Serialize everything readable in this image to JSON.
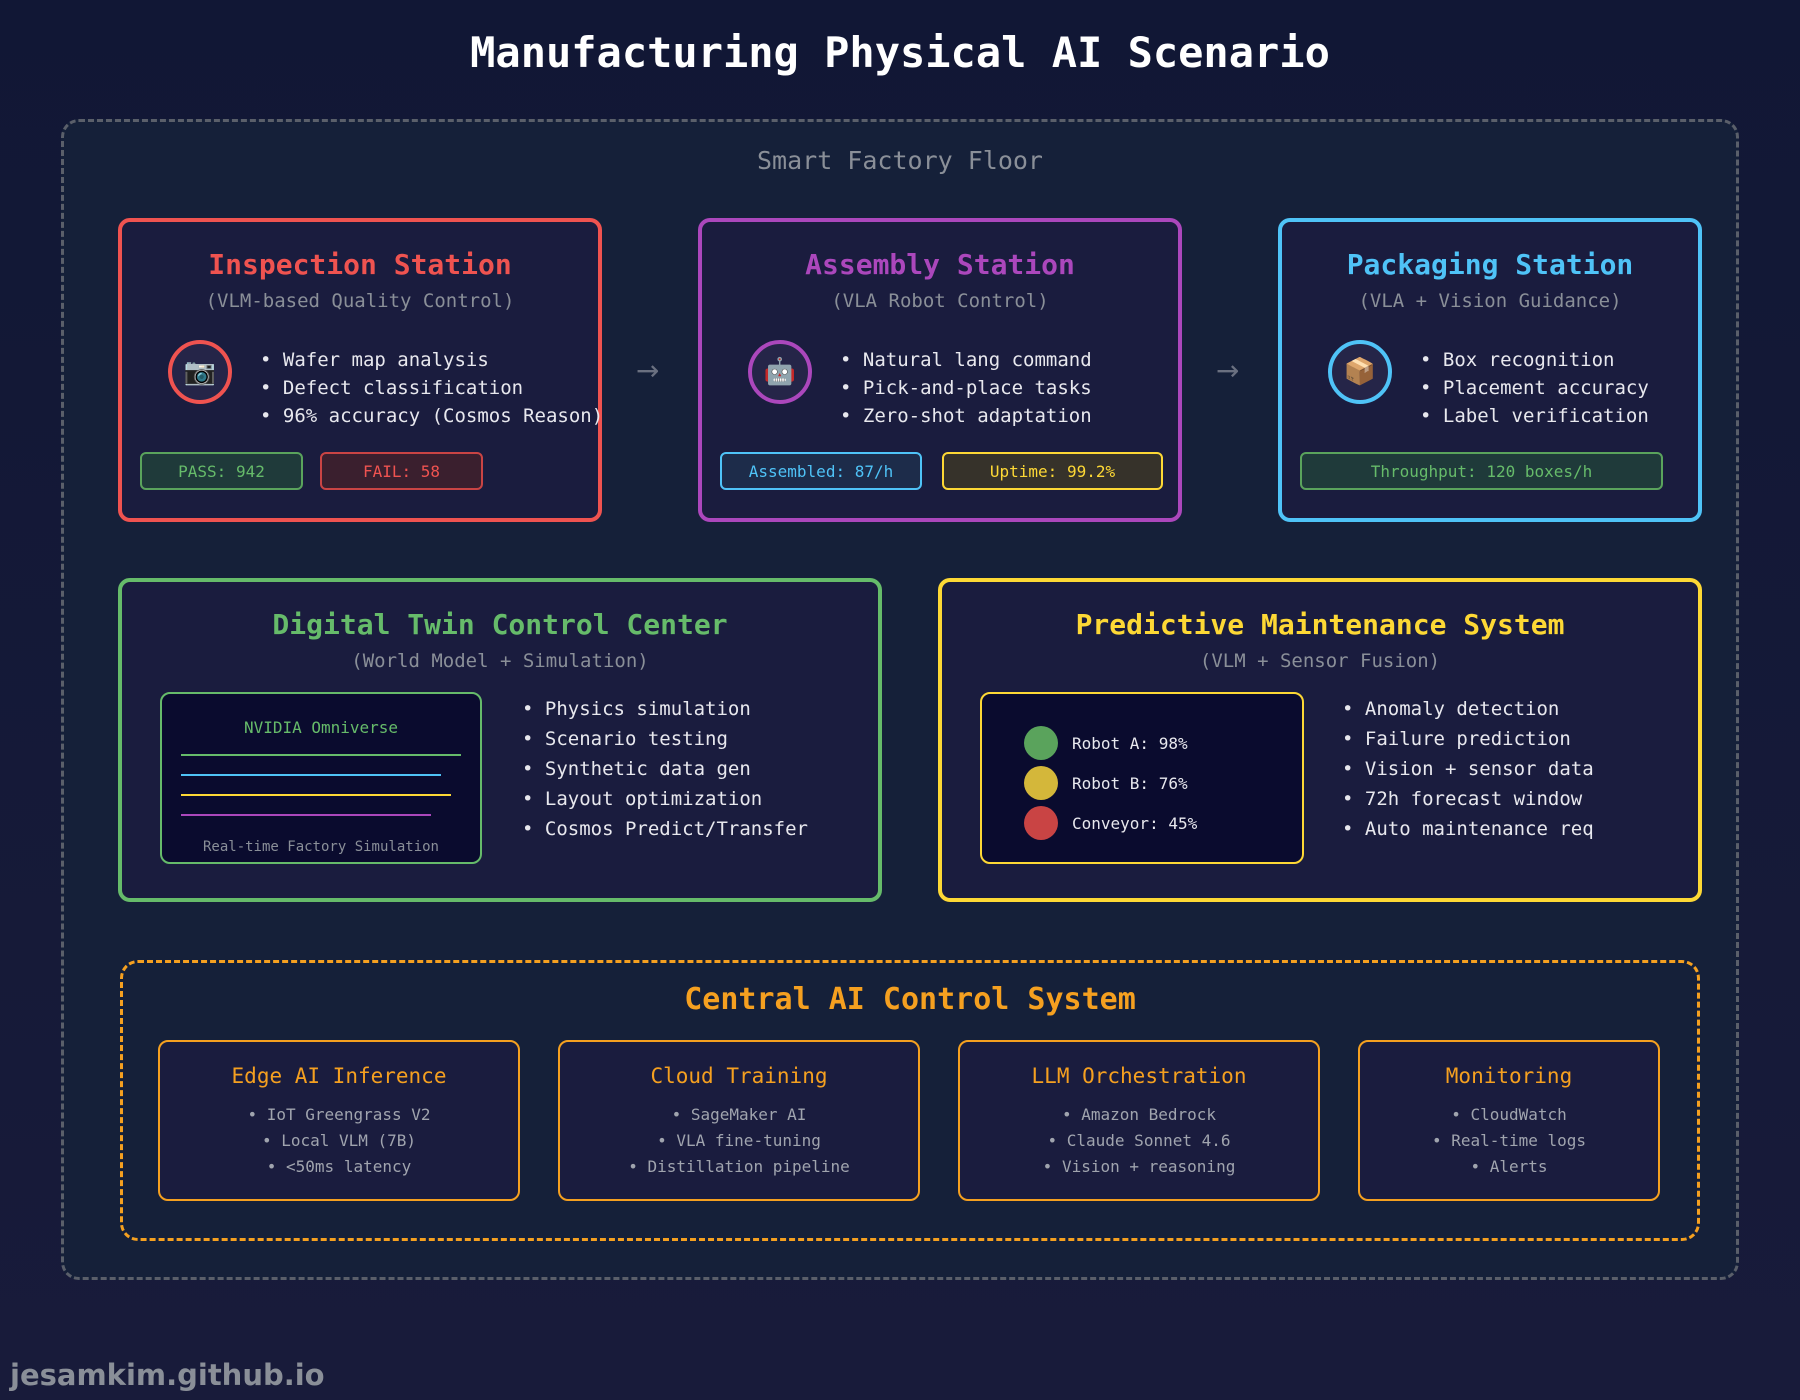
{
  "title": "Manufacturing Physical AI Scenario",
  "floor_label": "Smart Factory Floor",
  "colors": {
    "inspection": "#ef5350",
    "assembly": "#ab47bc",
    "packaging": "#4fc3f7",
    "digital_twin": "#66bb6a",
    "maintenance": "#fdd835",
    "central": "#f5a020",
    "pass": "#66bb6a",
    "fail": "#ef5350"
  },
  "stations": [
    {
      "title": "Inspection Station",
      "subtitle": "(VLM-based Quality Control)",
      "icon": "camera-icon",
      "glyph": "📷",
      "bullets": [
        "Wafer map analysis",
        "Defect classification",
        "96% accuracy (Cosmos Reason)"
      ],
      "badges": [
        "PASS: 942",
        "FAIL: 58"
      ]
    },
    {
      "title": "Assembly Station",
      "subtitle": "(VLA Robot Control)",
      "icon": "robot-icon",
      "glyph": "🤖",
      "bullets": [
        "Natural lang command",
        "Pick-and-place tasks",
        "Zero-shot adaptation"
      ],
      "badges": [
        "Assembled: 87/h",
        "Uptime: 99.2%"
      ]
    },
    {
      "title": "Packaging Station",
      "subtitle": "(VLA + Vision Guidance)",
      "icon": "package-icon",
      "glyph": "📦",
      "bullets": [
        "Box recognition",
        "Placement accuracy",
        "Label verification"
      ],
      "badges": [
        "Throughput: 120 boxes/h"
      ]
    }
  ],
  "flow_arrow": "→",
  "digital_twin": {
    "title": "Digital Twin Control Center",
    "subtitle": "(World Model + Simulation)",
    "panel_title": "NVIDIA Omniverse",
    "panel_caption": "Real-time Factory Simulation",
    "panel_line_colors": [
      "#66bb6a",
      "#4fc3f7",
      "#fdd835",
      "#ab47bc"
    ],
    "bullets": [
      "Physics simulation",
      "Scenario testing",
      "Synthetic data gen",
      "Layout optimization",
      "Cosmos Predict/Transfer"
    ]
  },
  "maintenance": {
    "title": "Predictive Maintenance System",
    "subtitle": "(VLM + Sensor Fusion)",
    "health": [
      {
        "label": "Robot A: 98%",
        "value": 98,
        "color": "#5aa35c"
      },
      {
        "label": "Robot B: 76%",
        "value": 76,
        "color": "#d4b73a"
      },
      {
        "label": "Conveyor: 45%",
        "value": 45,
        "color": "#c94444"
      }
    ],
    "bullets": [
      "Anomaly detection",
      "Failure prediction",
      "Vision + sensor data",
      "72h forecast window",
      "Auto maintenance req"
    ]
  },
  "central": {
    "title": "Central AI Control System",
    "cards": [
      {
        "title": "Edge AI Inference",
        "items": [
          "IoT Greengrass V2",
          "Local VLM (7B)",
          "<50ms latency"
        ]
      },
      {
        "title": "Cloud Training",
        "items": [
          "SageMaker AI",
          "VLA fine-tuning",
          "Distillation pipeline"
        ]
      },
      {
        "title": "LLM Orchestration",
        "items": [
          "Amazon Bedrock",
          "Claude Sonnet 4.6",
          "Vision + reasoning"
        ]
      },
      {
        "title": "Monitoring",
        "items": [
          "CloudWatch",
          "Real-time logs",
          "Alerts"
        ]
      }
    ]
  },
  "watermark": "jesamkim.github.io"
}
